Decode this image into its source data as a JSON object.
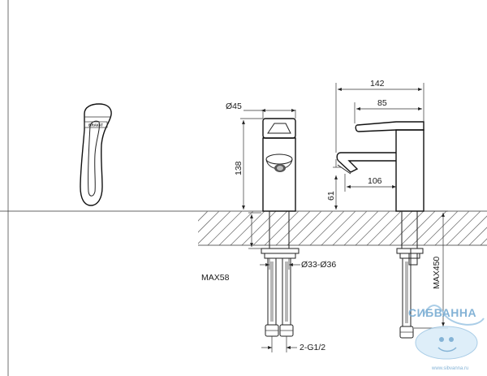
{
  "dimensions": {
    "diameter_top": "Ø45",
    "height_body": "138",
    "width_total": "142",
    "width_lever": "85",
    "spout_reach": "106",
    "spout_height": "61",
    "supply_range": "Ø33-Ø36",
    "max_thickness": "MAX58",
    "max_hose": "MAX450",
    "thread": "2-G1/2"
  },
  "branding": {
    "logo_text": "BRAVAT",
    "watermark_text": "СИБВАННА",
    "watermark_url": "www.sibvanna.ru"
  },
  "colors": {
    "line": "#222222",
    "hatch": "#777777",
    "watermark": "#6fa6cf"
  }
}
